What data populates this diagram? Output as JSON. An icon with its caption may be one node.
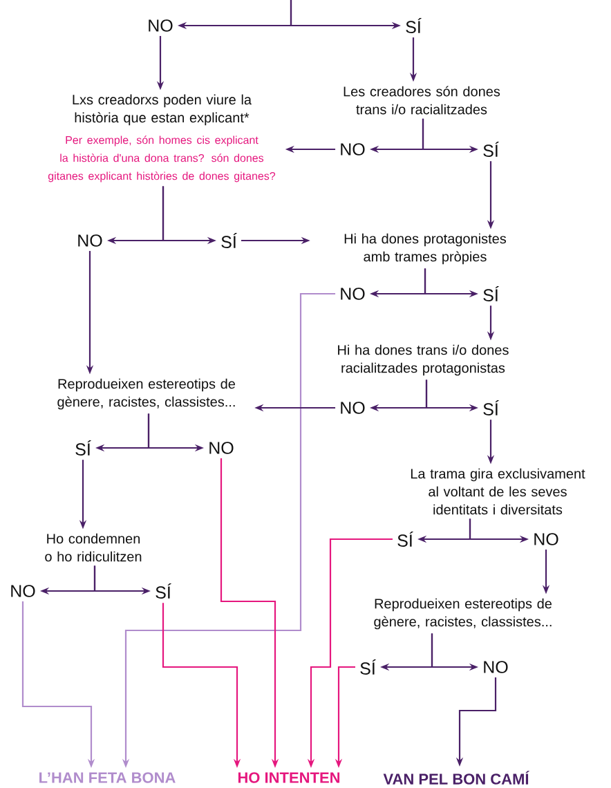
{
  "diagram": {
    "nodes": [
      {
        "text": [
          "NO"
        ]
      },
      {
        "text": [
          "SÍ"
        ]
      },
      {
        "text": [
          "Lxs creadorxs poden viure la història que estan explicant*",
          "Per exemple, són homes cis explicant la història d'una dona trans? són dones gitanes explicant històries de dones gitanes?"
        ]
      },
      {
        "text": [
          "Les creadores són dones trans i/o racialitzades"
        ]
      },
      {
        "text": [
          "NO"
        ]
      },
      {
        "text": [
          "SÍ"
        ]
      },
      {
        "text": [
          "NO"
        ]
      },
      {
        "text": [
          "SÍ"
        ]
      },
      {
        "text": [
          "Hi ha dones protagonistes amb trames pròpies"
        ]
      },
      {
        "text": [
          "NO"
        ]
      },
      {
        "text": [
          "SÍ"
        ]
      },
      {
        "text": [
          "Hi ha dones trans i/o dones racialitzades protagonistas"
        ]
      },
      {
        "text": [
          "Reprodueixen estereotips de gènere, racistes, classistes..."
        ]
      },
      {
        "text": [
          "NO"
        ]
      },
      {
        "text": [
          "SÍ"
        ]
      },
      {
        "text": [
          "SÍ"
        ]
      },
      {
        "text": [
          "NO"
        ]
      },
      {
        "text": [
          "La trama gira exclusivament al voltant de les seves identitats i diversitats"
        ]
      },
      {
        "text": [
          "Ho condemnen o ho ridiculitzen"
        ]
      },
      {
        "text": [
          "SÍ"
        ]
      },
      {
        "text": [
          "NO"
        ]
      },
      {
        "text": [
          "NO"
        ]
      },
      {
        "text": [
          "SÍ"
        ]
      },
      {
        "text": [
          "Reprodueixen estereotips de gènere, racistes, classistes..."
        ]
      },
      {
        "text": [
          "SÍ"
        ]
      },
      {
        "text": [
          "NO"
        ]
      },
      {
        "text": [
          "L’HAN FETA BONA"
        ]
      },
      {
        "text": [
          "HO INTENTEN"
        ]
      },
      {
        "text": [
          "VAN PEL BON CAMÍ"
        ]
      }
    ],
    "edges": [
      {
        "from": null,
        "to": 0,
        "arrow": "to"
      },
      {
        "from": null,
        "to": 1,
        "arrow": "to"
      },
      {
        "from": 0,
        "to": 2,
        "arrow": "to"
      },
      {
        "from": 1,
        "to": 3,
        "arrow": "to"
      },
      {
        "from": 3,
        "to": 4,
        "arrow": "to"
      },
      {
        "from": 3,
        "to": 5,
        "arrow": "to"
      },
      {
        "from": 4,
        "to": 2,
        "arrow": "to"
      },
      {
        "from": 5,
        "to": 8,
        "arrow": "to"
      },
      {
        "from": 2,
        "to": 6,
        "arrow": "to"
      },
      {
        "from": 2,
        "to": 7,
        "arrow": "to"
      },
      {
        "from": 6,
        "to": 12,
        "arrow": "to"
      },
      {
        "from": 7,
        "to": 8,
        "arrow": "to"
      },
      {
        "from": 8,
        "to": 9,
        "arrow": "to"
      },
      {
        "from": 8,
        "to": 10,
        "arrow": "to"
      },
      {
        "from": 9,
        "to": 26,
        "arrow": "to",
        "color": "#b08ccc"
      },
      {
        "from": 10,
        "to": 11,
        "arrow": "to"
      },
      {
        "from": 11,
        "to": 13,
        "arrow": "to"
      },
      {
        "from": 11,
        "to": 14,
        "arrow": "to"
      },
      {
        "from": 13,
        "to": 12,
        "arrow": "to"
      },
      {
        "from": 12,
        "to": 15,
        "arrow": "to"
      },
      {
        "from": 12,
        "to": 16,
        "arrow": "to"
      },
      {
        "from": 14,
        "to": 17,
        "arrow": "to"
      },
      {
        "from": 15,
        "to": 18,
        "arrow": "to"
      },
      {
        "from": 16,
        "to": 27,
        "arrow": "to",
        "color": "#e5177e"
      },
      {
        "from": 17,
        "to": 19,
        "arrow": "to"
      },
      {
        "from": 17,
        "to": 20,
        "arrow": "to"
      },
      {
        "from": 19,
        "to": 27,
        "arrow": "to",
        "color": "#e5177e"
      },
      {
        "from": 20,
        "to": 23,
        "arrow": "to"
      },
      {
        "from": 18,
        "to": 21,
        "arrow": "to"
      },
      {
        "from": 18,
        "to": 22,
        "arrow": "to"
      },
      {
        "from": 21,
        "to": 26,
        "arrow": "to",
        "color": "#b08ccc"
      },
      {
        "from": 22,
        "to": 27,
        "arrow": "to",
        "color": "#e5177e"
      },
      {
        "from": 23,
        "to": 24,
        "arrow": "to"
      },
      {
        "from": 23,
        "to": 25,
        "arrow": "to"
      },
      {
        "from": 24,
        "to": 27,
        "arrow": "to",
        "color": "#e5177e"
      },
      {
        "from": 25,
        "to": 28,
        "arrow": "to"
      }
    ]
  }
}
